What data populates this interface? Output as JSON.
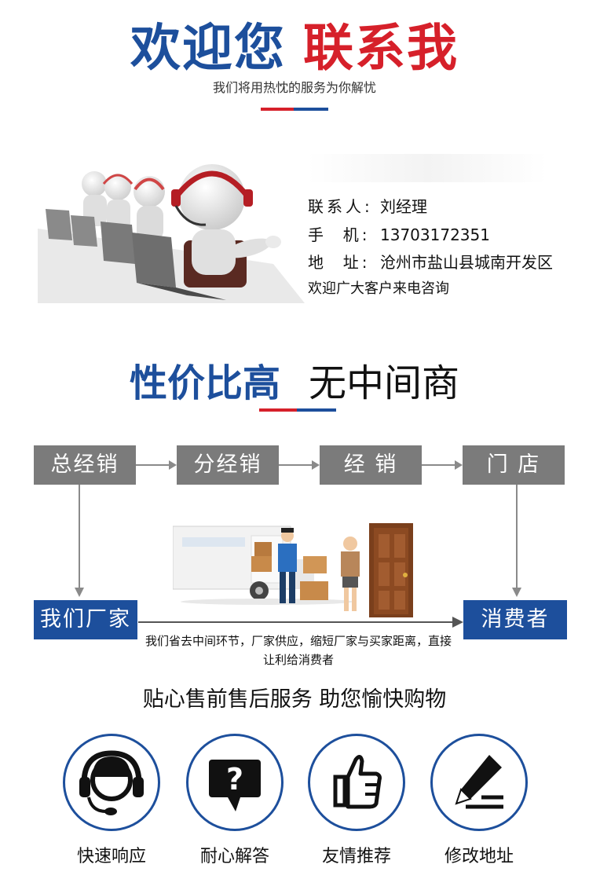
{
  "header": {
    "title_left": "欢迎您",
    "title_right": "联系我",
    "subtitle": "我们将用热忱的服务为你解忧",
    "colors": {
      "blue": "#1d4f9c",
      "red": "#d6202a"
    }
  },
  "contact": {
    "person_label": "联系人:",
    "person_value": "刘经理",
    "phone_label": "手  机:",
    "phone_value": "13703172351",
    "address_label": "地  址:",
    "address_value": "沧州市盐山县城南开发区",
    "welcome": "欢迎广大客户来电咨询"
  },
  "section2": {
    "title_left": "性价比高",
    "title_right": "无中间商",
    "flow": [
      "总经销",
      "分经销",
      "经 销",
      "门 店"
    ],
    "factory": "我们厂家",
    "consumer": "消费者",
    "note": "我们省去中间环节，厂家供应，缩短厂家与买家距离，直接让利给消费者"
  },
  "section3": {
    "title": "贴心售前售后服务 助您愉快购物",
    "services": [
      {
        "label": "快速响应",
        "icon": "headset-icon"
      },
      {
        "label": "耐心解答",
        "icon": "question-bubble-icon"
      },
      {
        "label": "友情推荐",
        "icon": "thumbs-up-icon"
      },
      {
        "label": "修改地址",
        "icon": "pencil-edit-icon"
      }
    ]
  }
}
